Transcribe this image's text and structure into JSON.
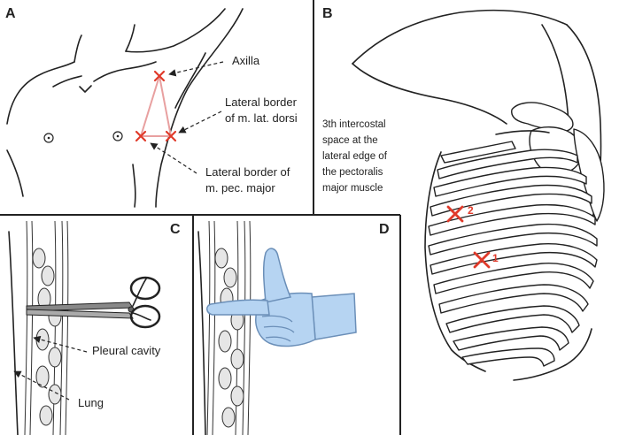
{
  "panels": {
    "a": {
      "letter": "A",
      "labels": {
        "axilla": "Axilla",
        "lat_dorsi_line1": "Lateral border",
        "lat_dorsi_line2": "of m. lat. dorsi",
        "pec_major_line1": "Lateral border of",
        "pec_major_line2": "m. pec. major"
      }
    },
    "b": {
      "letter": "B",
      "text_lines": [
        "3th intercostal",
        "space at the",
        "lateral edge of",
        "the pectoralis",
        "major muscle"
      ],
      "marker_labels": [
        "1",
        "2"
      ]
    },
    "c": {
      "letter": "C",
      "labels": {
        "pleural_cavity": "Pleural cavity",
        "lung": "Lung"
      }
    },
    "d": {
      "letter": "D"
    }
  },
  "colors": {
    "marker_red": "#e03a2a",
    "triangle_pink": "#e8a0a0",
    "glove_fill": "#b6d4f2",
    "glove_stroke": "#6b8fb8",
    "organ_fill": "#e6e6e6",
    "ink": "#222222"
  }
}
